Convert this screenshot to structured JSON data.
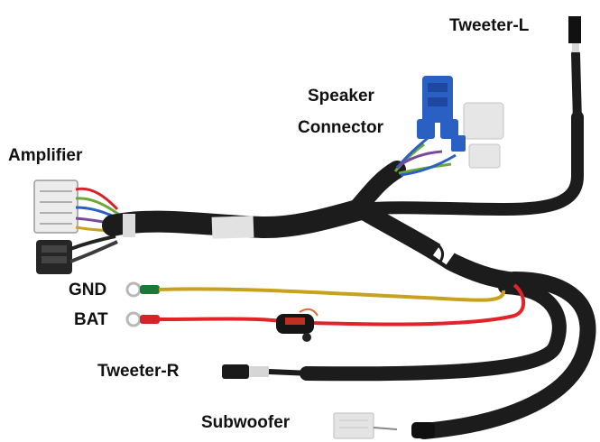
{
  "labels": {
    "tweeter_l": "Tweeter-L",
    "speaker_line1": "Speaker",
    "speaker_line2": "Connector",
    "amplifier": "Amplifier",
    "gnd": "GND",
    "bat": "BAT",
    "tweeter_r": "Tweeter-R",
    "subwoofer": "Subwoofer"
  },
  "colors": {
    "harness": "#1c1c1c",
    "gnd_wire": "#c8a21c",
    "bat_wire": "#e0242a",
    "connector_blue": "#2a5fc4",
    "connector_white": "#e6e6e6"
  }
}
